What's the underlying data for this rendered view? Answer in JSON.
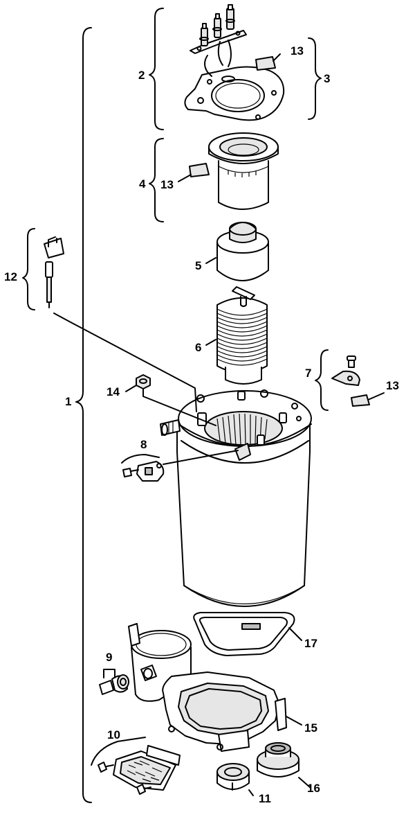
{
  "labels": [
    {
      "id": "callout-1",
      "text": "1"
    },
    {
      "id": "callout-2",
      "text": "2"
    },
    {
      "id": "callout-3",
      "text": "3"
    },
    {
      "id": "callout-4",
      "text": "4"
    },
    {
      "id": "callout-5",
      "text": "5"
    },
    {
      "id": "callout-6",
      "text": "6"
    },
    {
      "id": "callout-7",
      "text": "7"
    },
    {
      "id": "callout-8",
      "text": "8"
    },
    {
      "id": "callout-9",
      "text": "9"
    },
    {
      "id": "callout-10",
      "text": "10"
    },
    {
      "id": "callout-11",
      "text": "11"
    },
    {
      "id": "callout-12",
      "text": "12"
    },
    {
      "id": "callout-13a",
      "text": "13"
    },
    {
      "id": "callout-13b",
      "text": "13"
    },
    {
      "id": "callout-13c",
      "text": "13"
    },
    {
      "id": "callout-14",
      "text": "14"
    },
    {
      "id": "callout-15",
      "text": "15"
    },
    {
      "id": "callout-16",
      "text": "16"
    },
    {
      "id": "callout-17",
      "text": "17"
    }
  ]
}
